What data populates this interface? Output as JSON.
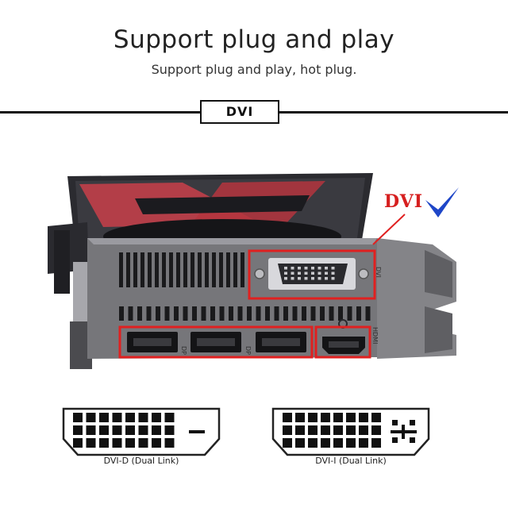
{
  "heading": {
    "title": "Support plug and play",
    "subtitle": "Support plug and play, hot plug."
  },
  "section_tag": "DVI",
  "callout": {
    "label": "DVI",
    "check_icon": "checkmark-icon"
  },
  "card_labels": {
    "dp_1": "DP",
    "dp_2": "DP",
    "hdmi": "HDMI",
    "dvi": "DVI"
  },
  "diagrams": [
    {
      "caption": "DVI-D (Dual Link)"
    },
    {
      "caption": "DVI-I (Dual Link)"
    }
  ],
  "colors": {
    "highlight": "#e02020",
    "check": "#1e46c8",
    "card_metal": "#6f6f73",
    "shroud": "#2a2a2e",
    "accent_red": "#c9404a"
  }
}
